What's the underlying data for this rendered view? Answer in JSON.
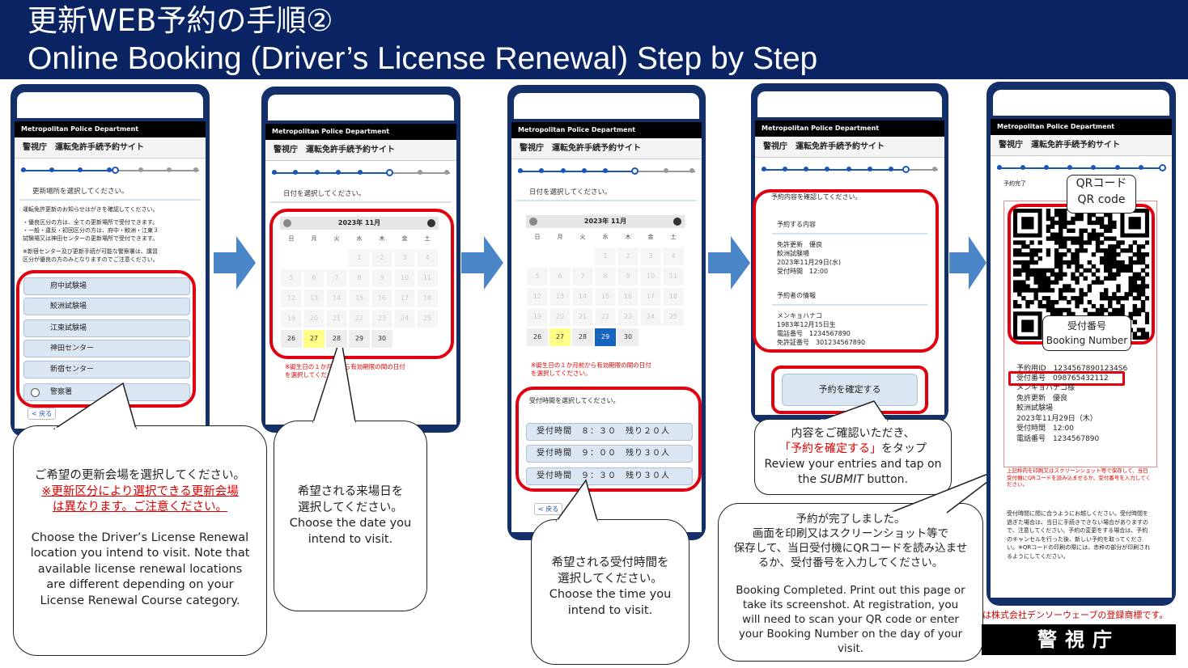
{
  "header": {
    "title_jp": "更新WEB予約の手順②",
    "title_en": "Online Booking (Driver’s License Renewal) Step by Step"
  },
  "site": {
    "org": "Metropolitan Police Department",
    "name": "警視庁　運転免許手続予約サイト"
  },
  "step1": {
    "section": "更新場所を選択してください。",
    "notice": "運転免許更新のお知らせはがきを確認してください。",
    "rule1": "・優良区分の方は、全ての更新場所で受付できます。",
    "rule2": "・一般・違反・初回区分の方は、府中・鮫洲・江東３",
    "rule3": "試験場又は神田センターの更新場所で受付できます。",
    "note1": "※新宿センター及び更新手続が可能な警察署は、講習",
    "note2": "区分が優良の方のみとなりますのでご注意ください。",
    "locations": [
      "府中試験場",
      "鮫洲試験場",
      "江東試験場",
      "神田センター",
      "新宿センター",
      "警察署"
    ],
    "back": "< 戻る",
    "bubble_jp": "ご希望の更新会場を選択してください。",
    "bubble_red1": "※更新区分により選択できる更新会場",
    "bubble_red2": "は異なります。ご注意ください。",
    "bubble_en1": "Choose the Driver’s License Renewal",
    "bubble_en2": "location you intend to visit. Note that",
    "bubble_en3": "available license renewal locations",
    "bubble_en4": "are different depending on your",
    "bubble_en5": "License Renewal Course category."
  },
  "calendar": {
    "section": "日付を選択してください。",
    "month": "2023年 11月",
    "dow": [
      "日",
      "月",
      "火",
      "水",
      "木",
      "金",
      "土"
    ],
    "weeks": [
      [
        "",
        "",
        "",
        "1",
        "2",
        "3",
        "4"
      ],
      [
        "5",
        "6",
        "7",
        "8",
        "9",
        "10",
        "11"
      ],
      [
        "12",
        "13",
        "14",
        "15",
        "16",
        "17",
        "18"
      ],
      [
        "19",
        "20",
        "21",
        "22",
        "23",
        "24",
        "25"
      ],
      [
        "26",
        "27",
        "28",
        "29",
        "30",
        "",
        ""
      ]
    ],
    "note1": "※誕生日の１か月前から有効期限の間の日付",
    "note2": "を選択してください。"
  },
  "step2": {
    "bubble_jp1": "希望される来場日を",
    "bubble_jp2": "選択してください。",
    "bubble_en1": "Choose the date you",
    "bubble_en2": "intend to visit."
  },
  "step3": {
    "time_section": "受付時間を選択してください。",
    "slots": [
      "受付時間　８：３０　残り２０人",
      "受付時間　９：００　残り３０人",
      "受付時間　９：３０　残り３０人"
    ],
    "back": "< 戻る",
    "bubble_jp1": "希望される受付時間を",
    "bubble_jp2": "選択してください。",
    "bubble_en1": "Choose the time you",
    "bubble_en2": "intend to visit."
  },
  "step4": {
    "section": "予約内容を確認してください。",
    "sub1": "予約する内容",
    "content": [
      "免許更新　優良",
      "鮫洲試験場",
      "2023年11月29日(水)",
      "受付時間　12:00"
    ],
    "sub2": "予約者の情報",
    "person": [
      "メンキョハナコ",
      "1983年12月15日生",
      "電話番号　1234567890",
      "免許証番号　301234567890"
    ],
    "confirm": "予約を確定する",
    "bubble_jp1": "内容をご確認いただき、",
    "bubble_red": "「予約を確定する」",
    "bubble_jp2": "をタップ",
    "bubble_en1": "Review your entries and tap on",
    "bubble_en2_a": "the ",
    "bubble_en2_b": "SUBMIT",
    "bubble_en2_c": " button."
  },
  "step5": {
    "done": "予約完了",
    "qr_jp": "QRコード",
    "qr_en": "QR code",
    "num_jp": "受付番号",
    "num_en": "Booking Number",
    "reserve_id": "予約用ID　12345678901234S6",
    "reserve_num": "受付番号　098765432112",
    "details": [
      "メンキョハナコ様",
      "免許更新　優良",
      "鮫洲試験場",
      "2023年11月29日（木）",
      "受付時間　12:00",
      "電話番号　1234567890"
    ],
    "red_note": "上記枠内を印刷又はスクリーンショット等で保存して、当日受付機にQRコードを読み込ませるか、受付番号を入力してください。",
    "notes": "受付時間に間に合うようにお越しください。受付時間を過ぎた場合は、当日に手続きできない場合がありますので、注意してください。予約の変更をする場合は、予約のキャンセルを行った後、新しい予約を取ってください。※QRコードの印刷の際には、赤枠の部分が印刷されるようにしてください。",
    "bubble_jp1": "予約が完了しました。",
    "bubble_jp2": "画面を印刷又はスクリーンショット等で",
    "bubble_jp3": "保存して、当日受付機にQRコードを読み込ませ",
    "bubble_jp4": "るか、受付番号を入力してください。",
    "bubble_en1": "Booking Completed. Print out this page or",
    "bubble_en2": "take its screenshot. At registration, you",
    "bubble_en3": "will need to scan your QR code or enter",
    "bubble_en4": "your Booking Number on the day of your",
    "bubble_en5": "visit."
  },
  "trademark": "は株式会社デンソーウェーブの登録商標です。",
  "agency": "警視庁"
}
